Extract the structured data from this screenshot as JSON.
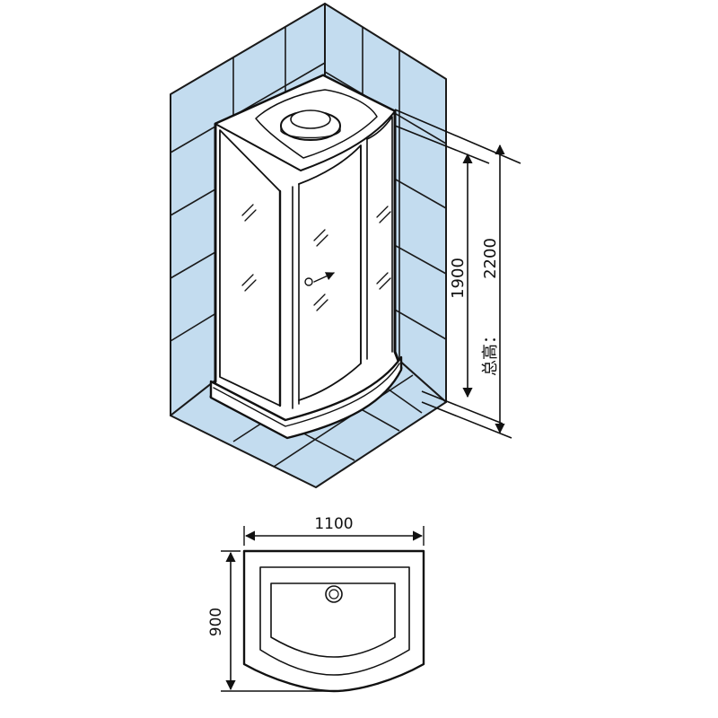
{
  "dimensions": {
    "height_inner": "1900",
    "height_total_label": "总高：",
    "height_total": "2200",
    "width": "1100",
    "depth": "900"
  },
  "colors": {
    "tile": "#c3dcef",
    "tile_grout": "#1a1a1a",
    "line": "#111111",
    "background": "#ffffff"
  }
}
